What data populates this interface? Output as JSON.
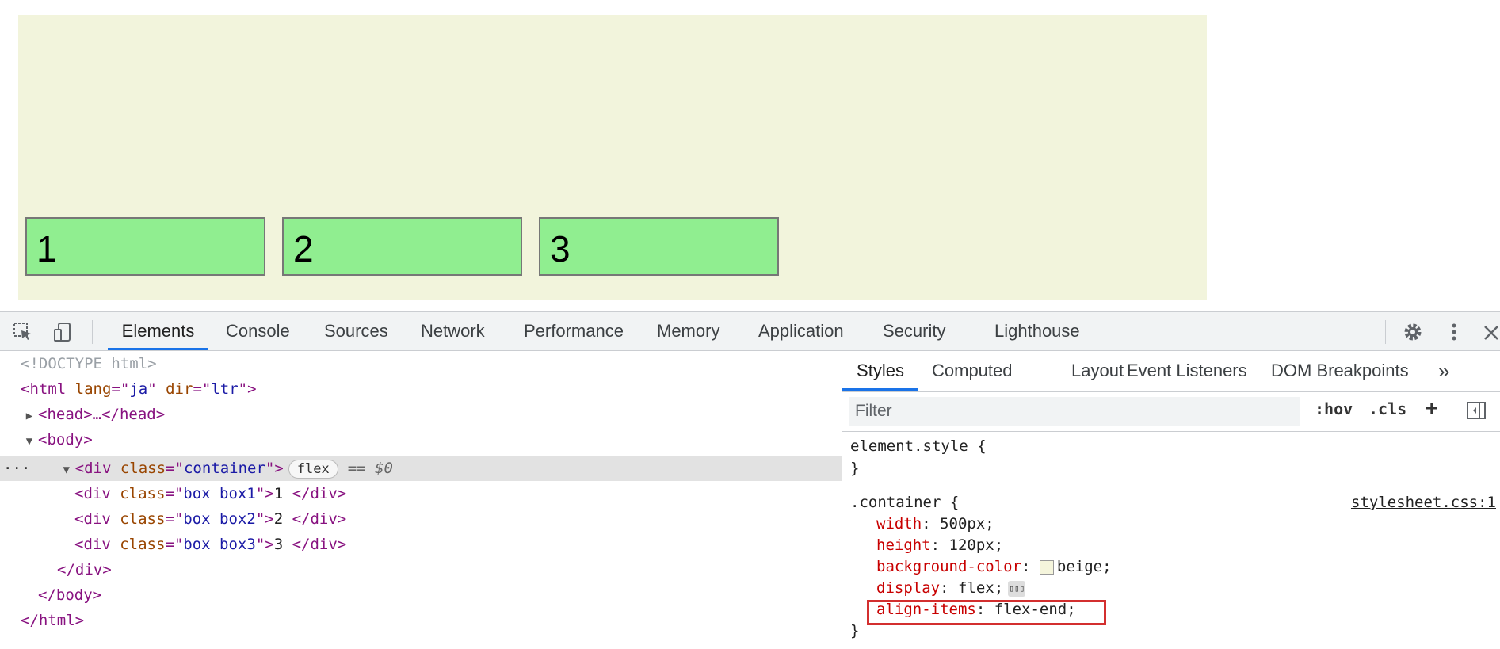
{
  "preview": {
    "boxes": [
      "1",
      "2",
      "3"
    ]
  },
  "devtools": {
    "tabs": [
      "Elements",
      "Console",
      "Sources",
      "Network",
      "Performance",
      "Memory",
      "Application",
      "Security",
      "Lighthouse"
    ],
    "active_tab": "Elements"
  },
  "elements": {
    "doctype": "<!DOCTYPE html>",
    "html_open": {
      "tag_start": "<html ",
      "attr1": "lang",
      "val1": "ja",
      "attr2": "dir",
      "val2": "ltr",
      "tag_end": ">"
    },
    "head": "<head>…</head>",
    "body_open": "<body>",
    "container": {
      "tag_start": "<div ",
      "attr": "class",
      "val": "container",
      "tag_end": ">",
      "badge": "flex",
      "marker": "== $0",
      "dots": "···"
    },
    "children": [
      {
        "val": "box box1",
        "text": "1"
      },
      {
        "val": "box box2",
        "text": "2"
      },
      {
        "val": "box box3",
        "text": "3"
      }
    ],
    "div_close": "</div>",
    "body_close": "</body>",
    "html_close": "</html>"
  },
  "styles": {
    "tabs": [
      "Styles",
      "Computed",
      "Layout",
      "Event Listeners",
      "DOM Breakpoints"
    ],
    "more": "»",
    "filter_placeholder": "Filter",
    "tools": {
      "hov": ":hov",
      "cls": ".cls",
      "add": "+"
    },
    "element_style": {
      "selector": "element.style {",
      "close": "}"
    },
    "container_rule": {
      "selector": ".container {",
      "source": "stylesheet.css:1",
      "props": [
        {
          "name": "width",
          "value": "500px;"
        },
        {
          "name": "height",
          "value": "120px;"
        },
        {
          "name": "background-color",
          "value": "beige;"
        },
        {
          "name": "display",
          "value": "flex;"
        },
        {
          "name": "align-items",
          "value": "flex-end;"
        }
      ],
      "close": "}"
    }
  }
}
